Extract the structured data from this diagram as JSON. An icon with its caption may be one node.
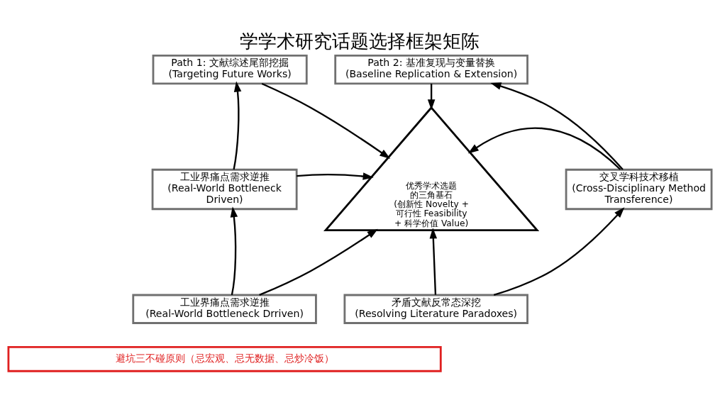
{
  "diagram": {
    "title": "学学术研究话题选择框架矩陈",
    "nodes": [
      {
        "text": [
          "Path 1: 文献综述尾部挖掘 (Targeting Future Works)"
        ]
      },
      {
        "text": [
          "Path 2: 基准复现与变量替换 (Baseline Replication & Extension)"
        ]
      },
      {
        "text": [
          "工业界痛点需求逆推 (Real-World Bottleneck Driven)"
        ]
      },
      {
        "text": [
          "优秀学术选题的三角基石 (创新性 Novelty + 可行性 Feasibility + 科学价值 Value)"
        ]
      },
      {
        "text": [
          "交叉学科技术移植 (Cross-Disciplinary Method Transference)"
        ]
      },
      {
        "text": [
          "工业界痛点需求逆推 (Real-World Bottleneck Drriven)"
        ]
      },
      {
        "text": [
          "矛盾文献反常态深挖 (Resolving Literature Paradoxes)"
        ]
      },
      {
        "text": [
          "避坑三不碰原则（忌宏观、忌无数据、忌炒冷饭）"
        ]
      }
    ],
    "edges": [
      {
        "from": 2,
        "to": 0,
        "arrow": "to"
      },
      {
        "from": 0,
        "to": 3,
        "arrow": "to"
      },
      {
        "from": 1,
        "to": 3,
        "arrow": "to"
      },
      {
        "from": 4,
        "to": 1,
        "arrow": "to"
      },
      {
        "from": 2,
        "to": 3,
        "arrow": "to"
      },
      {
        "from": 4,
        "to": 3,
        "arrow": "to"
      },
      {
        "from": 5,
        "to": 2,
        "arrow": "to"
      },
      {
        "from": 5,
        "to": 3,
        "arrow": "to"
      },
      {
        "from": 6,
        "to": 4,
        "arrow": "to"
      },
      {
        "from": 6,
        "to": 3,
        "arrow": "to"
      }
    ]
  }
}
